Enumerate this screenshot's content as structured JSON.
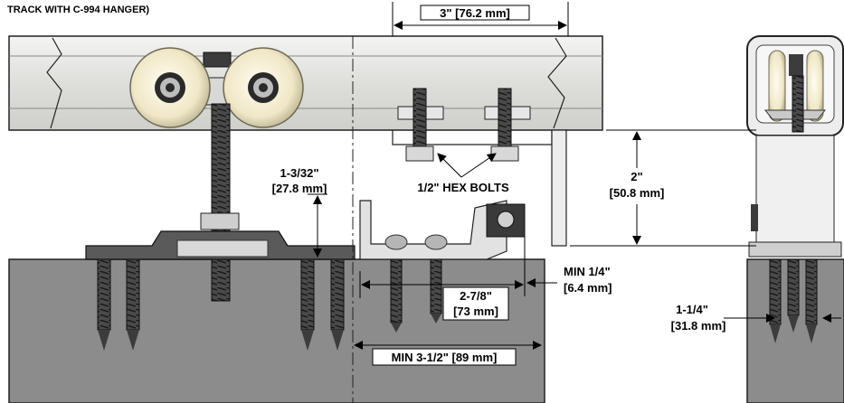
{
  "header": {
    "caption": "TRACK WITH C-994 HANGER)"
  },
  "dimensions": {
    "bolt_spacing": "3\" [76.2 mm]",
    "hanger_height_in": "1-3/32\"",
    "hanger_height_mm": "[27.8 mm]",
    "hex_bolts": "1/2\" HEX BOLTS",
    "bracket_height_in": "2\"",
    "bracket_height_mm": "[50.8 mm]",
    "min_offset_in": "MIN 1/4\"",
    "min_offset_mm": "[6.4 mm]",
    "bracket_width_in": "2-7/8\"",
    "bracket_width_mm": "[73 mm]",
    "min_width": "MIN 3-1/2\" [89 mm]",
    "side_width_in": "1-1/4\"",
    "side_width_mm": "[31.8 mm]"
  },
  "colors": {
    "track": "#e6e6e3",
    "wall": "#8c8c8c",
    "metal_dark": "#3c3c3c",
    "roller": "#f1ecd2"
  }
}
